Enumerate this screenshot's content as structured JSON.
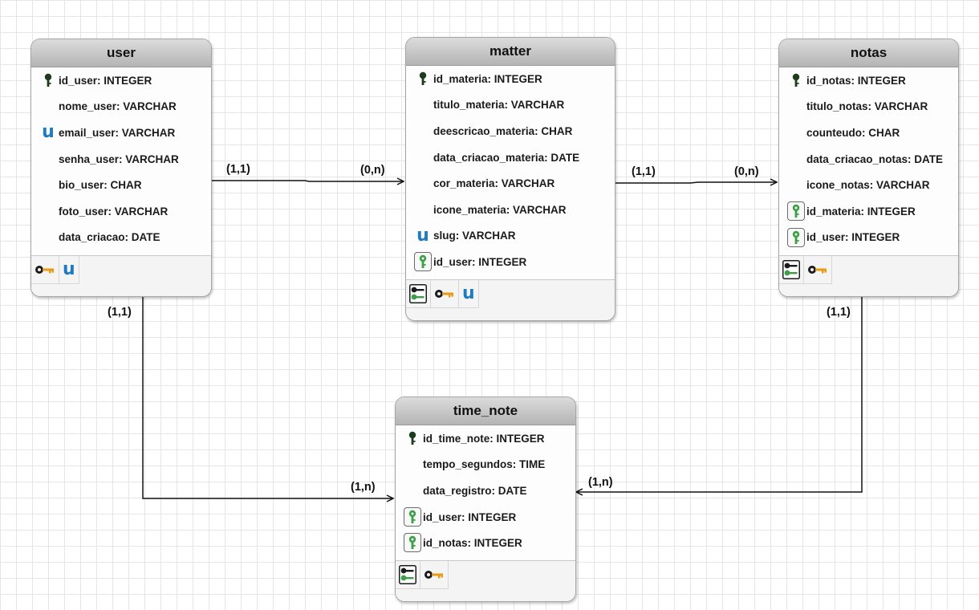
{
  "entities": {
    "user": {
      "title": "user",
      "attributes": [
        {
          "label": "id_user: INTEGER",
          "icon": "pk"
        },
        {
          "label": "nome_user: VARCHAR",
          "icon": "none"
        },
        {
          "label": "email_user: VARCHAR",
          "icon": "unique"
        },
        {
          "label": "senha_user: VARCHAR",
          "icon": "none"
        },
        {
          "label": "bio_user: CHAR",
          "icon": "none"
        },
        {
          "label": "foto_user: VARCHAR",
          "icon": "none"
        },
        {
          "label": "data_criacao: DATE",
          "icon": "none"
        }
      ],
      "footer_icons": [
        "key-icon",
        "unique-icon"
      ]
    },
    "matter": {
      "title": "matter",
      "attributes": [
        {
          "label": "id_materia: INTEGER",
          "icon": "pk"
        },
        {
          "label": "titulo_materia: VARCHAR",
          "icon": "none"
        },
        {
          "label": "deescricao_materia: CHAR",
          "icon": "none"
        },
        {
          "label": "data_criacao_materia: DATE",
          "icon": "none"
        },
        {
          "label": "cor_materia: VARCHAR",
          "icon": "none"
        },
        {
          "label": "icone_materia: VARCHAR",
          "icon": "none"
        },
        {
          "label": "slug: VARCHAR",
          "icon": "unique"
        },
        {
          "label": "id_user: INTEGER",
          "icon": "fk"
        }
      ],
      "footer_icons": [
        "foreign-key-icon",
        "key-icon",
        "unique-icon"
      ]
    },
    "notas": {
      "title": "notas",
      "attributes": [
        {
          "label": "id_notas: INTEGER",
          "icon": "pk"
        },
        {
          "label": "titulo_notas: VARCHAR",
          "icon": "none"
        },
        {
          "label": "counteudo: CHAR",
          "icon": "none"
        },
        {
          "label": "data_criacao_notas: DATE",
          "icon": "none"
        },
        {
          "label": "icone_notas: VARCHAR",
          "icon": "none"
        },
        {
          "label": "id_materia: INTEGER",
          "icon": "fk"
        },
        {
          "label": "id_user: INTEGER",
          "icon": "fk"
        }
      ],
      "footer_icons": [
        "foreign-key-icon",
        "key-icon"
      ]
    },
    "time_note": {
      "title": "time_note",
      "attributes": [
        {
          "label": "id_time_note: INTEGER",
          "icon": "pk"
        },
        {
          "label": "tempo_segundos: TIME",
          "icon": "none"
        },
        {
          "label": "data_registro: DATE",
          "icon": "none"
        },
        {
          "label": "id_user: INTEGER",
          "icon": "fk"
        },
        {
          "label": "id_notas: INTEGER",
          "icon": "fk"
        }
      ],
      "footer_icons": [
        "foreign-key-icon",
        "key-icon"
      ]
    }
  },
  "relationships": [
    {
      "from": "user",
      "to": "matter",
      "from_card": "(1,1)",
      "to_card": "(0,n)"
    },
    {
      "from": "matter",
      "to": "notas",
      "from_card": "(1,1)",
      "to_card": "(0,n)"
    },
    {
      "from": "user",
      "to": "time_note",
      "from_card": "(1,1)",
      "to_card": "(1,n)"
    },
    {
      "from": "notas",
      "to": "time_note",
      "from_card": "(1,1)",
      "to_card": "(1,n)"
    }
  ]
}
